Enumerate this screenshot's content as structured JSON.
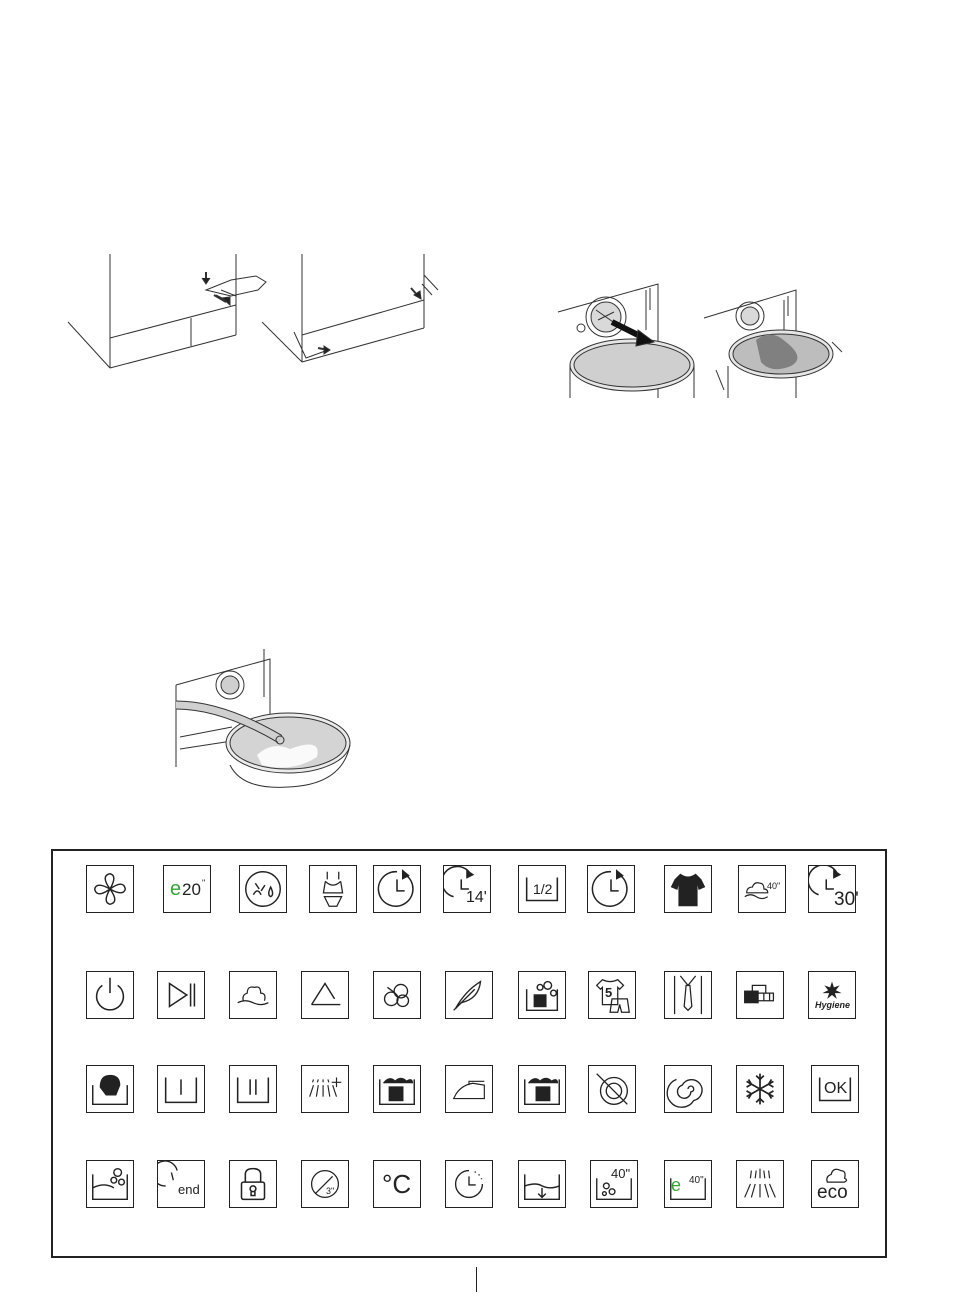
{
  "symbols": {
    "eco20_num": "20",
    "eco20_sup": "\"",
    "time14": "14'",
    "half": "1/2",
    "temp40": "40\"",
    "time30": "30'",
    "hygiene": "Hygiene",
    "ok": "OK",
    "end": "end",
    "rinse3": "3\"",
    "celsius": "°C",
    "mix40": "40\"",
    "eco40": "40\"",
    "eco_word": "eco",
    "shirt5": "5"
  }
}
